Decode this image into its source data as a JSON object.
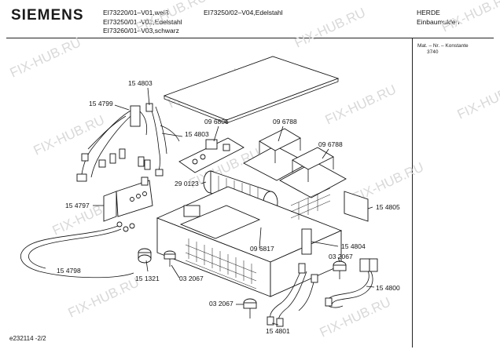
{
  "header": {
    "brand": "SIEMENS",
    "models": [
      "EI73220/01–V01,weiß",
      "EI73250/01–V02,Edelstahl",
      "EI73260/01–V03,schwarz"
    ],
    "model_extra": "EI73250/02–V04,Edelstahl",
    "category": "HERDE",
    "subcategory": "Einbaumulden"
  },
  "meta": {
    "mat_label": "Mat. – Nr. – Konstante",
    "mat_value": "3740"
  },
  "footer": {
    "doc_id": "e232114 -2/2"
  },
  "watermark": "FIX-HUB.RU",
  "parts": {
    "p154803a": "15 4803",
    "p154799": "15 4799",
    "p154803b": "15 4803",
    "p096806": "09 6806",
    "p096788a": "09 6788",
    "p096788b": "09 6788",
    "p290123": "29 0123",
    "p154797": "15 4797",
    "p154805": "15 4805",
    "p154804": "15 4804",
    "p096817": "09 6817",
    "p032067a": "03 2067",
    "p154798": "15 4798",
    "p151321": "15 1321",
    "p032067b": "03 2067",
    "p032067c": "03 2067",
    "p154800": "15 4800",
    "p154801": "15 4801"
  }
}
